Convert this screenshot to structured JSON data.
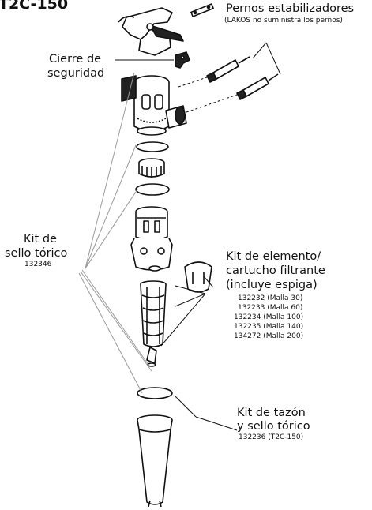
{
  "title": "T2C-150",
  "callouts": {
    "pernos": {
      "heading": "Pernos estabilizadores",
      "note": "(LAKOS no suministra los pernos)"
    },
    "cierre": {
      "line1": "Cierre de",
      "line2": "seguridad"
    },
    "sello": {
      "line1": "Kit de",
      "line2": "sello tórico",
      "part": "132346"
    },
    "elemento": {
      "line1": "Kit de elemento/",
      "line2": "cartucho filtrante",
      "line3": "(incluye espiga)",
      "parts": [
        "132232 (Malla 30)",
        "132233 (Malla 60)",
        "132234 (Malla 100)",
        "132235 (Malla 140)",
        "134272 (Malla 200)"
      ]
    },
    "tazon": {
      "line1": "Kit de tazón",
      "line2": "y sello tórico",
      "part": "132236 (T2C-150)"
    }
  },
  "colors": {
    "ink": "#111111",
    "leader": "#999999",
    "body": "#ffffff"
  }
}
